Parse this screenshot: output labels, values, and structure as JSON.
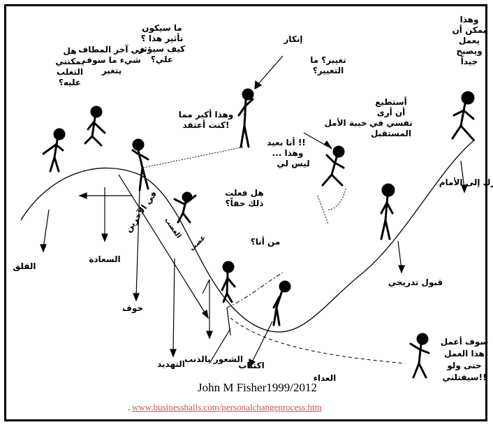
{
  "labels": {
    "anxiety": "القلق",
    "happiness": "السعادة",
    "fear": "خوف",
    "threat": "التهديد",
    "guilt": "الشعور بالذنب",
    "depression": "اكتئاب",
    "hostility": "العداء",
    "denial": "إنكار",
    "disillusionment": "خيبة الأمل",
    "gradual_acceptance": "قبول تدريجي",
    "moving_forward": "تحرك إلى الأمام",
    "anger_left": "الغضب",
    "anger_mid": "غضب"
  },
  "thoughts": {
    "can_i_cope": [
      "هل",
      "يمكنني",
      "التغلب",
      "عليه؟"
    ],
    "at_last": [
      "في آخر المطاف",
      "شيء ما سوف",
      "يتغير"
    ],
    "impact": [
      "ما سيكون",
      "تأثير هذا ؟",
      "كيف سيؤثر",
      "علي؟"
    ],
    "change_what": [
      "تغيير؟ ما",
      "التغيير؟"
    ],
    "it_can_work": [
      "وهذا",
      "يمكن أن",
      "يعمل",
      "ويصبح",
      "جيداً"
    ],
    "can_see_future": [
      "أستطيع",
      "أن أرى",
      "نفسي في",
      "المستقبل"
    ],
    "more_than_thought": [
      "وهذا أكبر مما",
      "كنت أعتقد!"
    ],
    "not_me": [
      "أنا بعيد !!",
      "... وهذا",
      "ليس لي"
    ],
    "did_i_really": [
      "هل فعلت",
      "ذلك حقاً؟"
    ],
    "who_am_i": "من أنا؟",
    "in_the_end": "في الآخرين",
    "ill_make_it_work": [
      "سوف أعمل",
      "هذا العمل",
      "حتى ولو",
      "سيقتلني!!"
    ]
  },
  "credit": "John M Fisher1999/2012",
  "url": "www.businessballs.com/personalchangeprocess.htm",
  "url_prefix": "."
}
